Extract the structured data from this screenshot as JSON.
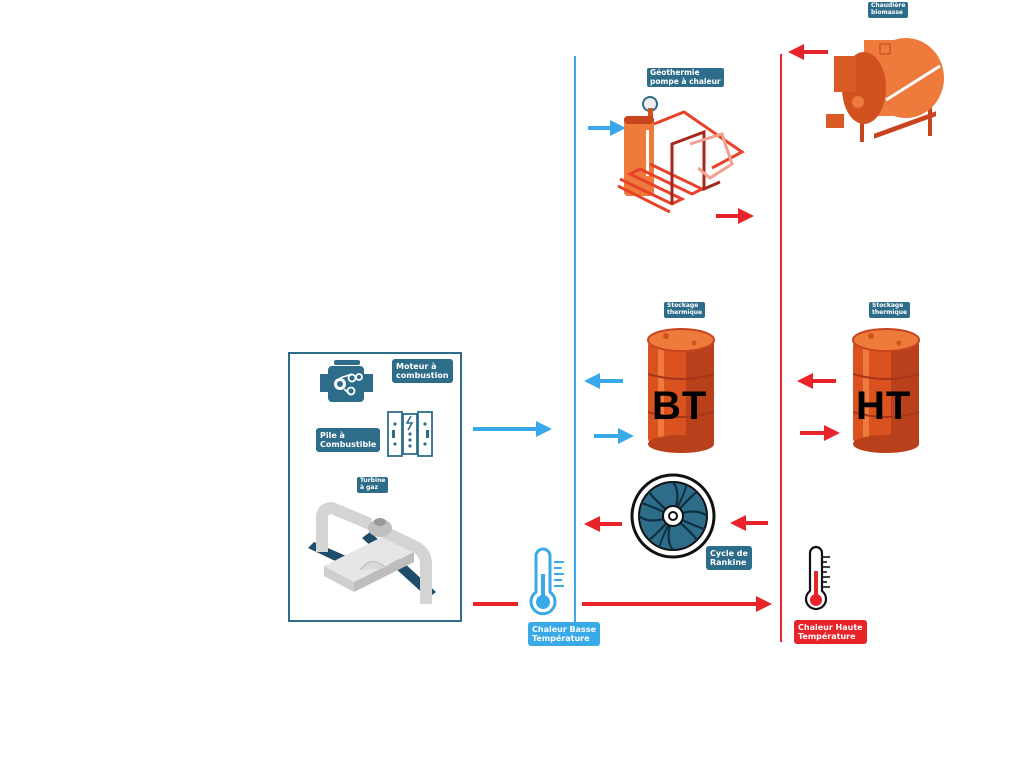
{
  "colors": {
    "low_temp": "#3aa9e8",
    "high_temp": "#e8232a",
    "label_bg": "#2e6d8a",
    "equipment_orange": "#e8622a",
    "dark_blue": "#1e4d6b"
  },
  "labels": {
    "boiler": "Chaudière\nbiomasse",
    "heat_pump": "Géothermie\npompe à chaleur",
    "storage_bt": "Stockage\nthermique",
    "storage_ht": "Stockage\nthermique",
    "engine": "Moteur à\ncombustion",
    "fuel_cell": "Pile à\nCombustible",
    "gas_turbine": "Turbine\nà gaz",
    "rankine": "Cycle de\nRankine",
    "low_temp_heat": "Chaleur Basse\nTempérature",
    "high_temp_heat": "Chaleur Haute\nTempérature"
  },
  "barrels": {
    "bt": "BT",
    "ht": "HT"
  },
  "icons": {
    "boiler": "biomass-boiler-icon",
    "heat_pump": "heat-pump-icon",
    "barrel": "storage-barrel-icon",
    "engine": "engine-icon",
    "fuel_cell": "fuel-cell-icon",
    "gas_turbine": "gas-turbine-icon",
    "rankine": "turbine-fan-icon",
    "thermometer_low": "thermometer-low-icon",
    "thermometer_high": "thermometer-high-icon",
    "arrow": "arrow-icon"
  }
}
